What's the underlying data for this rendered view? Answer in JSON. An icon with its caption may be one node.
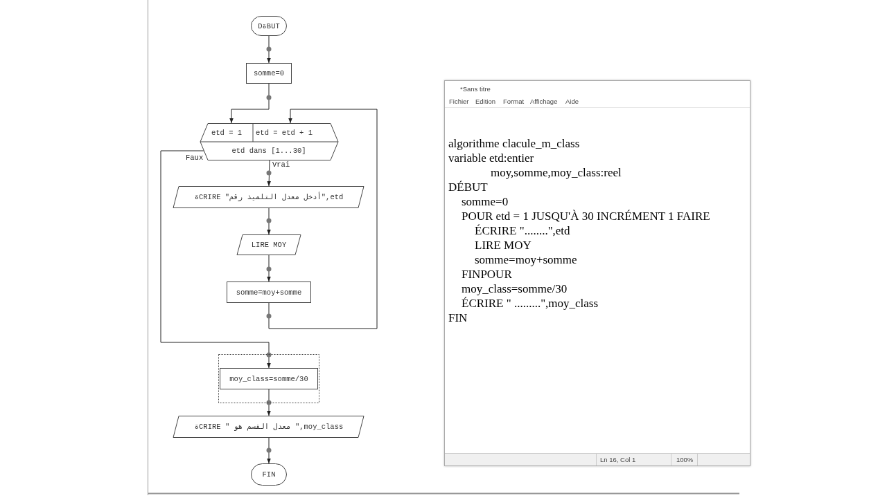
{
  "diagram": {
    "nodes": [
      {
        "text": [
          "DةBUT"
        ]
      },
      {
        "text": [
          "somme=0"
        ]
      },
      {
        "text": [
          "etd = 1",
          "etd = etd + 1",
          "etd dans [1...30]"
        ]
      },
      {
        "text": [
          "ةCRIRE \"أدخل معدل التلميذ رقم\",etd"
        ]
      },
      {
        "text": [
          "LIRE MOY"
        ]
      },
      {
        "text": [
          "somme=moy+somme"
        ]
      },
      {
        "text": [],
        "shape": "box"
      },
      {
        "text": [
          "moy_class=somme/30"
        ],
        "in": 6
      },
      {
        "text": [
          "ةCRIRE \" معدل القسم هو \",moy_class"
        ]
      },
      {
        "text": [
          "FIN"
        ]
      }
    ],
    "edges": [
      {
        "from": 0,
        "to": 1,
        "arrow": "to"
      },
      {
        "from": 1,
        "to": 2,
        "arrow": "to"
      },
      {
        "from": 2,
        "to": 3,
        "arrow": "to",
        "label": "Vrai"
      },
      {
        "from": 3,
        "to": 4,
        "arrow": "to"
      },
      {
        "from": 4,
        "to": 5,
        "arrow": "to"
      },
      {
        "from": 5,
        "to": 2,
        "arrow": "to"
      },
      {
        "from": 2,
        "to": 7,
        "arrow": "to",
        "label": "Faux"
      },
      {
        "from": 7,
        "to": 8,
        "arrow": "to"
      },
      {
        "from": 8,
        "to": 9,
        "arrow": "to"
      }
    ],
    "labels": [
      "*Sans titre",
      "Fichier",
      "Edition",
      "Format",
      "Affichage",
      "Aide",
      "algorithme clacule_m_class",
      "variable etd:entier",
      "moy,somme,moy_class:reel",
      "DÉBUT",
      "somme=0",
      "POUR etd = 1 JUSQU'À 30 INCRÉMENT 1 FAIRE",
      "ÉCRIRE \"........\",etd",
      "LIRE MOY",
      "somme=moy+somme",
      "FINPOUR",
      "moy_class=somme/30",
      "ÉCRIRE \" .........\",moy_class",
      "FIN",
      "Ln 16, Col 1",
      "100%"
    ]
  }
}
